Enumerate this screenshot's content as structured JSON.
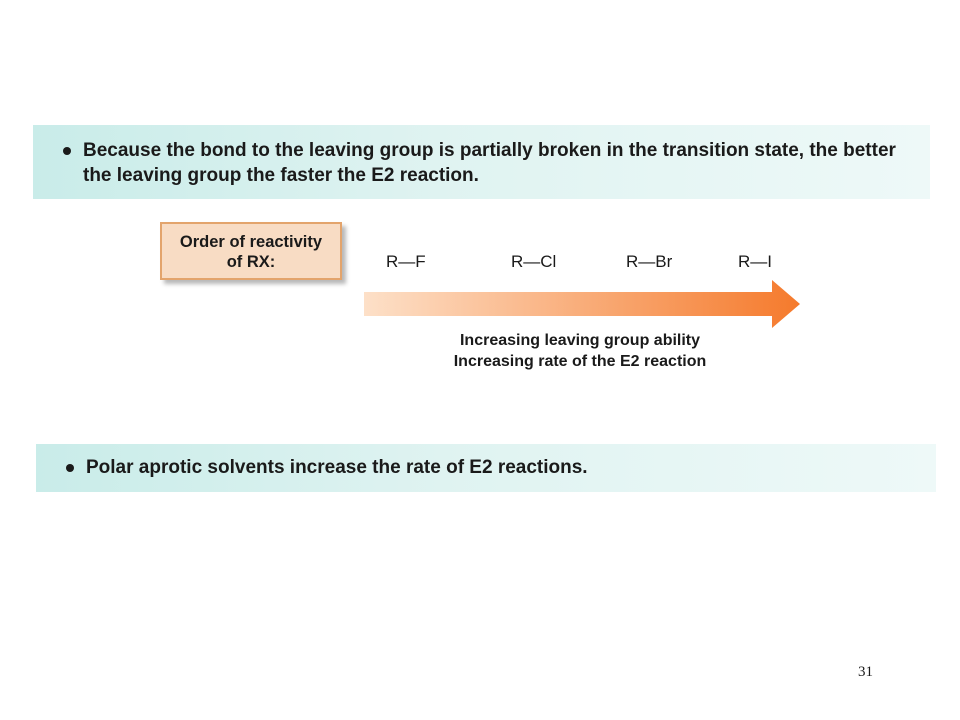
{
  "slide": {
    "bullet1": "Because the bond to the leaving group is partially broken in the transition state, the better the leaving group the faster the E2 reaction.",
    "bullet2": "Polar aprotic solvents increase the rate of E2 reactions.",
    "page_number": "31"
  },
  "diagram": {
    "order_label_line1": "Order of reactivity",
    "order_label_line2": "of RX:",
    "compounds": [
      "R—F",
      "R—Cl",
      "R—Br",
      "R—I"
    ],
    "arrow_caption_line1": "Increasing leaving group ability",
    "arrow_caption_line2": "Increasing rate of the E2 reaction",
    "arrow_color_start": "#fde0c8",
    "arrow_color_end": "#f57a2c"
  },
  "colors": {
    "banner_background": "#d6f0ee",
    "order_box_fill": "#f8dcc4",
    "order_box_border": "#e3a46c"
  }
}
